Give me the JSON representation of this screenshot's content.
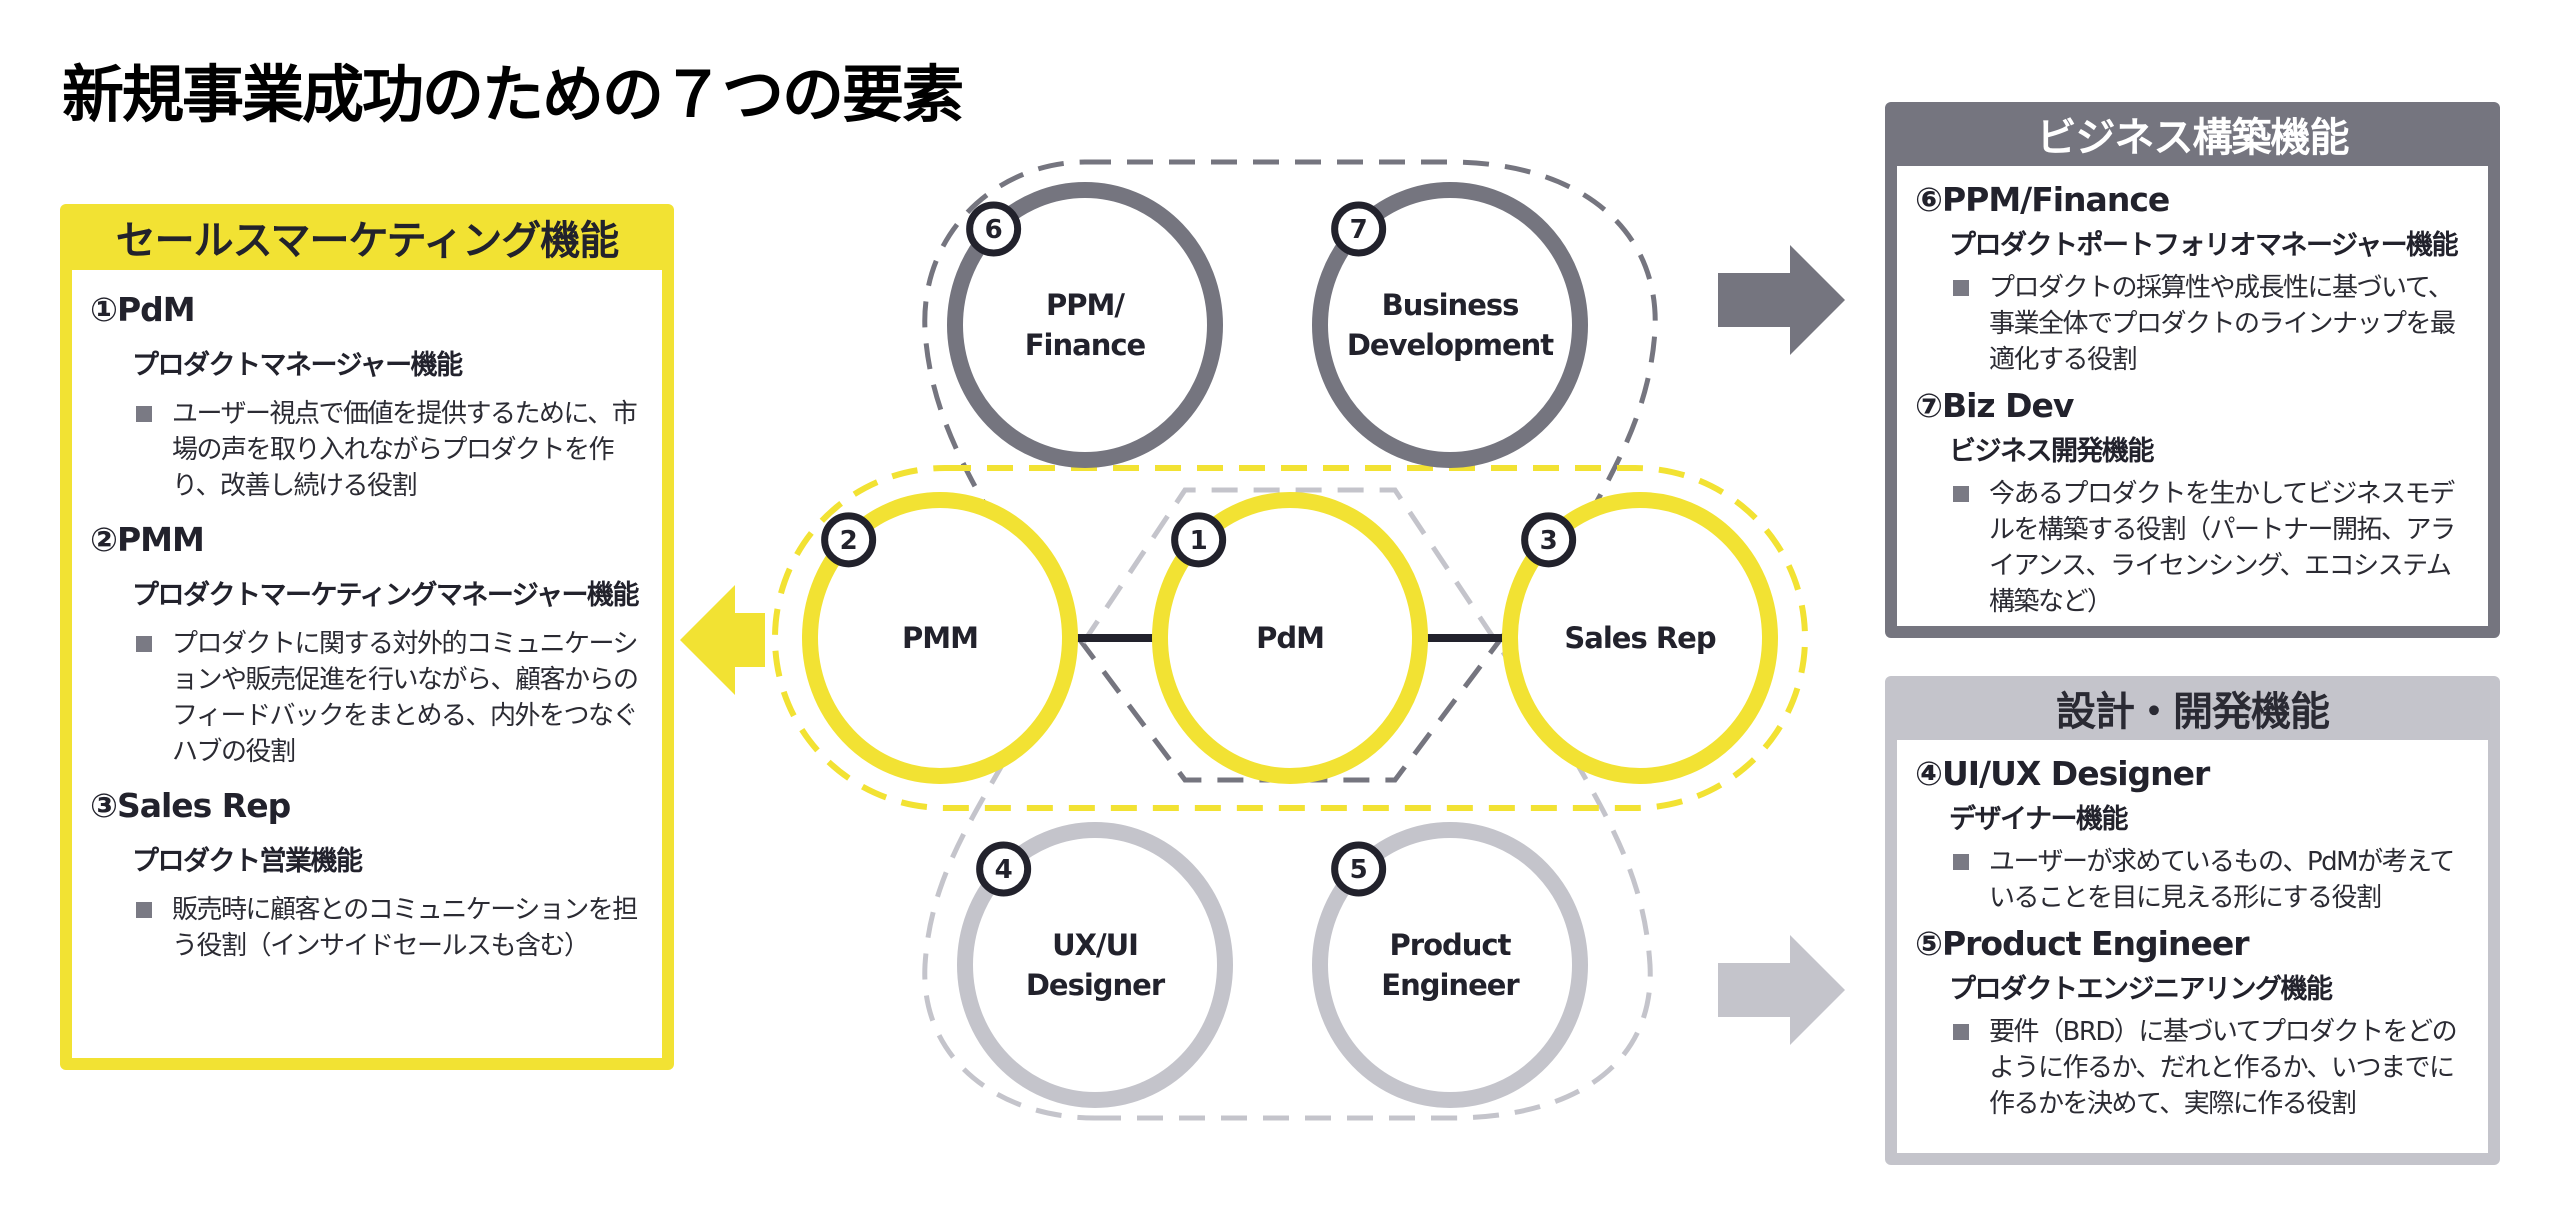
{
  "title": "新規事業成功のための７つの要素",
  "colors": {
    "yellow": "#F2E233",
    "dark_gray": "#75757F",
    "light_gray": "#C4C4CB",
    "text": "#22222c"
  },
  "panels": {
    "sales_marketing": {
      "header": "セールスマーケティング機能",
      "roles": [
        {
          "title": "①PdM",
          "subtitle": "プロダクトマネージャー機能",
          "desc": "ユーザー視点で価値を提供するために、市場の声を取り入れながらプロダクトを作り、改善し続ける役割"
        },
        {
          "title": "②PMM",
          "subtitle": "プロダクトマーケティングマネージャー機能",
          "desc": "プロダクトに関する対外的コミュニケーションや販売促進を行いながら、顧客からのフィードバックをまとめる、内外をつなぐハブの役割"
        },
        {
          "title": "③Sales Rep",
          "subtitle": "プロダクト営業機能",
          "desc": "販売時に顧客とのコミュニケーションを担う役割（インサイドセールスも含む）"
        }
      ]
    },
    "business_building": {
      "header": "ビジネス構築機能",
      "roles": [
        {
          "title": "⑥PPM/Finance",
          "subtitle": "プロダクトポートフォリオマネージャー機能",
          "desc": "プロダクトの採算性や成長性に基づいて、事業全体でプロダクトのラインナップを最適化する役割"
        },
        {
          "title": "⑦Biz Dev",
          "subtitle": "ビジネス開発機能",
          "desc": "今あるプロダクトを生かしてビジネスモデルを構築する役割（パートナー開拓、アライアンス、ライセンシング、エコシステム構築など）"
        }
      ]
    },
    "design_dev": {
      "header": "設計・開発機能",
      "roles": [
        {
          "title": "④UI/UX Designer",
          "subtitle": "デザイナー機能",
          "desc": "ユーザーが求めているもの、PdMが考えていることを目に見える形にする役割"
        },
        {
          "title": "⑤Product Engineer",
          "subtitle": "プロダクトエンジニアリング機能",
          "desc": "要件（BRD）に基づいてプロダクトをどのように作るか、だれと作るか、いつまでに作るかを決めて、実際に作る役割"
        }
      ]
    }
  },
  "diagram": {
    "nodes": [
      {
        "id": "ppm",
        "badge": "6",
        "lines": [
          "PPM/",
          "Finance"
        ],
        "group": "business"
      },
      {
        "id": "bizdev",
        "badge": "7",
        "lines": [
          "Business",
          "Development"
        ],
        "group": "business"
      },
      {
        "id": "pmm",
        "badge": "2",
        "lines": [
          "PMM"
        ],
        "group": "sales"
      },
      {
        "id": "pdm",
        "badge": "1",
        "lines": [
          "PdM"
        ],
        "group": "sales"
      },
      {
        "id": "salesrep",
        "badge": "3",
        "lines": [
          "Sales Rep"
        ],
        "group": "sales"
      },
      {
        "id": "uxui",
        "badge": "4",
        "lines": [
          "UX/UI",
          "Designer"
        ],
        "group": "design"
      },
      {
        "id": "engineer",
        "badge": "5",
        "lines": [
          "Product",
          "Engineer"
        ],
        "group": "design"
      }
    ],
    "connections": [
      {
        "from": "pmm",
        "to": "pdm"
      },
      {
        "from": "pdm",
        "to": "salesrep"
      }
    ],
    "arrows": [
      {
        "id": "to-sales-panel",
        "direction": "left",
        "group": "sales"
      },
      {
        "id": "to-business-panel",
        "direction": "right",
        "group": "business"
      },
      {
        "id": "to-design-panel",
        "direction": "right",
        "group": "design"
      }
    ]
  }
}
